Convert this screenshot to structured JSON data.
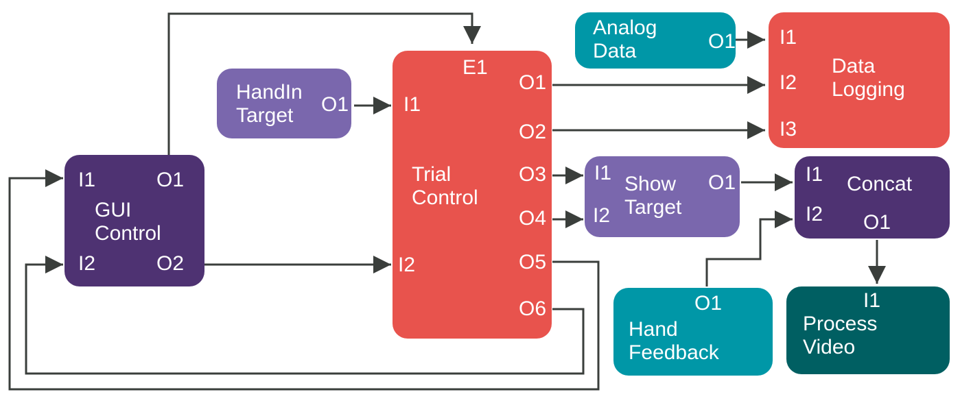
{
  "colors": {
    "purple_dark": "#4e3272",
    "purple_light": "#7a67ad",
    "red": "#e8534d",
    "teal": "#0097a7",
    "teal_dark": "#005f62",
    "wire": "#3a3e3b"
  },
  "blocks": {
    "gui_control": {
      "title": [
        "GUI",
        "Control"
      ],
      "ports": [
        "I1",
        "O1",
        "I2",
        "O2"
      ]
    },
    "handin_target": {
      "title": [
        "HandIn",
        "Target"
      ],
      "ports": [
        "O1"
      ]
    },
    "trial_control": {
      "title": [
        "Trial",
        "Control"
      ],
      "ports": [
        "E1",
        "I1",
        "I2",
        "O1",
        "O2",
        "O3",
        "O4",
        "O5",
        "O6"
      ]
    },
    "analog_data": {
      "title": [
        "Analog",
        "Data"
      ],
      "ports": [
        "O1"
      ]
    },
    "data_logging": {
      "title": [
        "Data",
        "Logging"
      ],
      "ports": [
        "I1",
        "I2",
        "I3"
      ]
    },
    "show_target": {
      "title": [
        "Show",
        "Target"
      ],
      "ports": [
        "I1",
        "I2",
        "O1"
      ]
    },
    "concat": {
      "title": [
        "Concat"
      ],
      "ports": [
        "I1",
        "I2",
        "O1"
      ]
    },
    "hand_feedback": {
      "title": [
        "Hand",
        "Feedback"
      ],
      "ports": [
        "O1"
      ]
    },
    "process_video": {
      "title": [
        "Process",
        "Video"
      ],
      "ports": [
        "I1"
      ]
    }
  }
}
